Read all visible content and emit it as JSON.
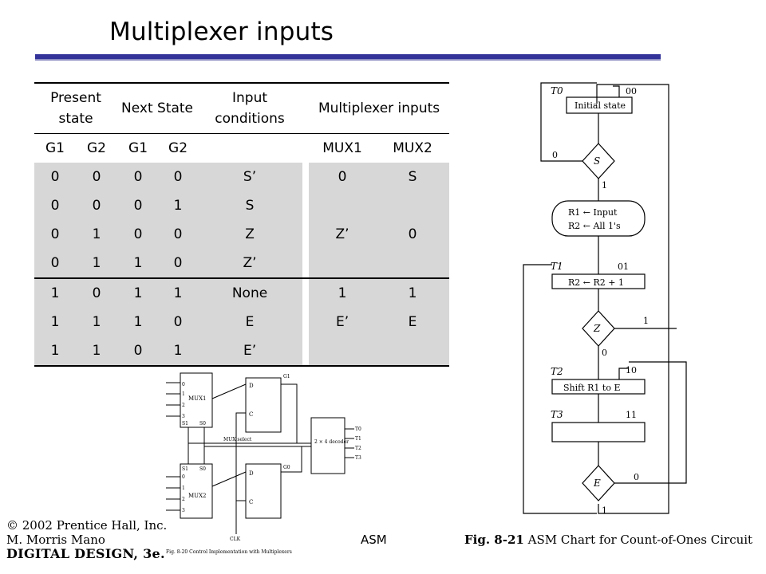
{
  "title": "Multiplexer inputs",
  "table": {
    "headers": [
      "Present state",
      "Next State",
      "Input conditions",
      "Multiplexer inputs"
    ],
    "subheaders": [
      "G1",
      "G2",
      "G1",
      "G2",
      "",
      "MUX1",
      "MUX2"
    ],
    "rows": [
      [
        "0",
        "0",
        "0",
        "0",
        "S’",
        "0",
        "S"
      ],
      [
        "0",
        "0",
        "0",
        "1",
        "S",
        "",
        ""
      ],
      [
        "0",
        "1",
        "0",
        "0",
        "Z",
        "Z’",
        "0"
      ],
      [
        "0",
        "1",
        "1",
        "0",
        "Z’",
        "",
        ""
      ],
      [
        "1",
        "0",
        "1",
        "1",
        "None",
        "1",
        "1"
      ],
      [
        "1",
        "1",
        "1",
        "0",
        "E",
        "E’",
        "E"
      ],
      [
        "1",
        "1",
        "0",
        "1",
        "E’",
        "",
        ""
      ]
    ]
  },
  "circuit": {
    "mux1_label": "MUX1",
    "mux2_label": "MUX2",
    "mux_inputs": [
      "0",
      "1",
      "2",
      "3"
    ],
    "s1": "S1",
    "s0": "S0",
    "mux_select": "MUX select",
    "ff_d": "D",
    "ff_c": "C",
    "g1": "G1",
    "g0": "G0",
    "decoder": "2 × 4 decoder",
    "outputs": [
      "T0",
      "T1",
      "T2",
      "T3"
    ],
    "clk": "CLK",
    "caption": "Fig. 8-20  Control Implementation with Multiplexers"
  },
  "asm_chart": {
    "t0": "T0",
    "code00": "00",
    "initial_state": "Initial state",
    "s": "S",
    "zero": "0",
    "one": "1",
    "cond_box_line1": "R1 ← Input",
    "cond_box_line2": "R2 ← All 1's",
    "t1": "T1",
    "code01": "01",
    "t1_box": "R2 ← R2 + 1",
    "z": "Z",
    "t2": "T2",
    "code10": "10",
    "t2_box": "Shift R1 to E",
    "t3": "T3",
    "code11": "11",
    "e": "E"
  },
  "credit": {
    "line1": "© 2002 Prentice Hall, Inc.",
    "line2": "M. Morris Mano",
    "line3": "DIGITAL DESIGN, 3e."
  },
  "footer_asm": "ASM",
  "caption": {
    "fig": "Fig. 8-21",
    "text": "ASM Chart for Count-of-Ones Circuit"
  }
}
